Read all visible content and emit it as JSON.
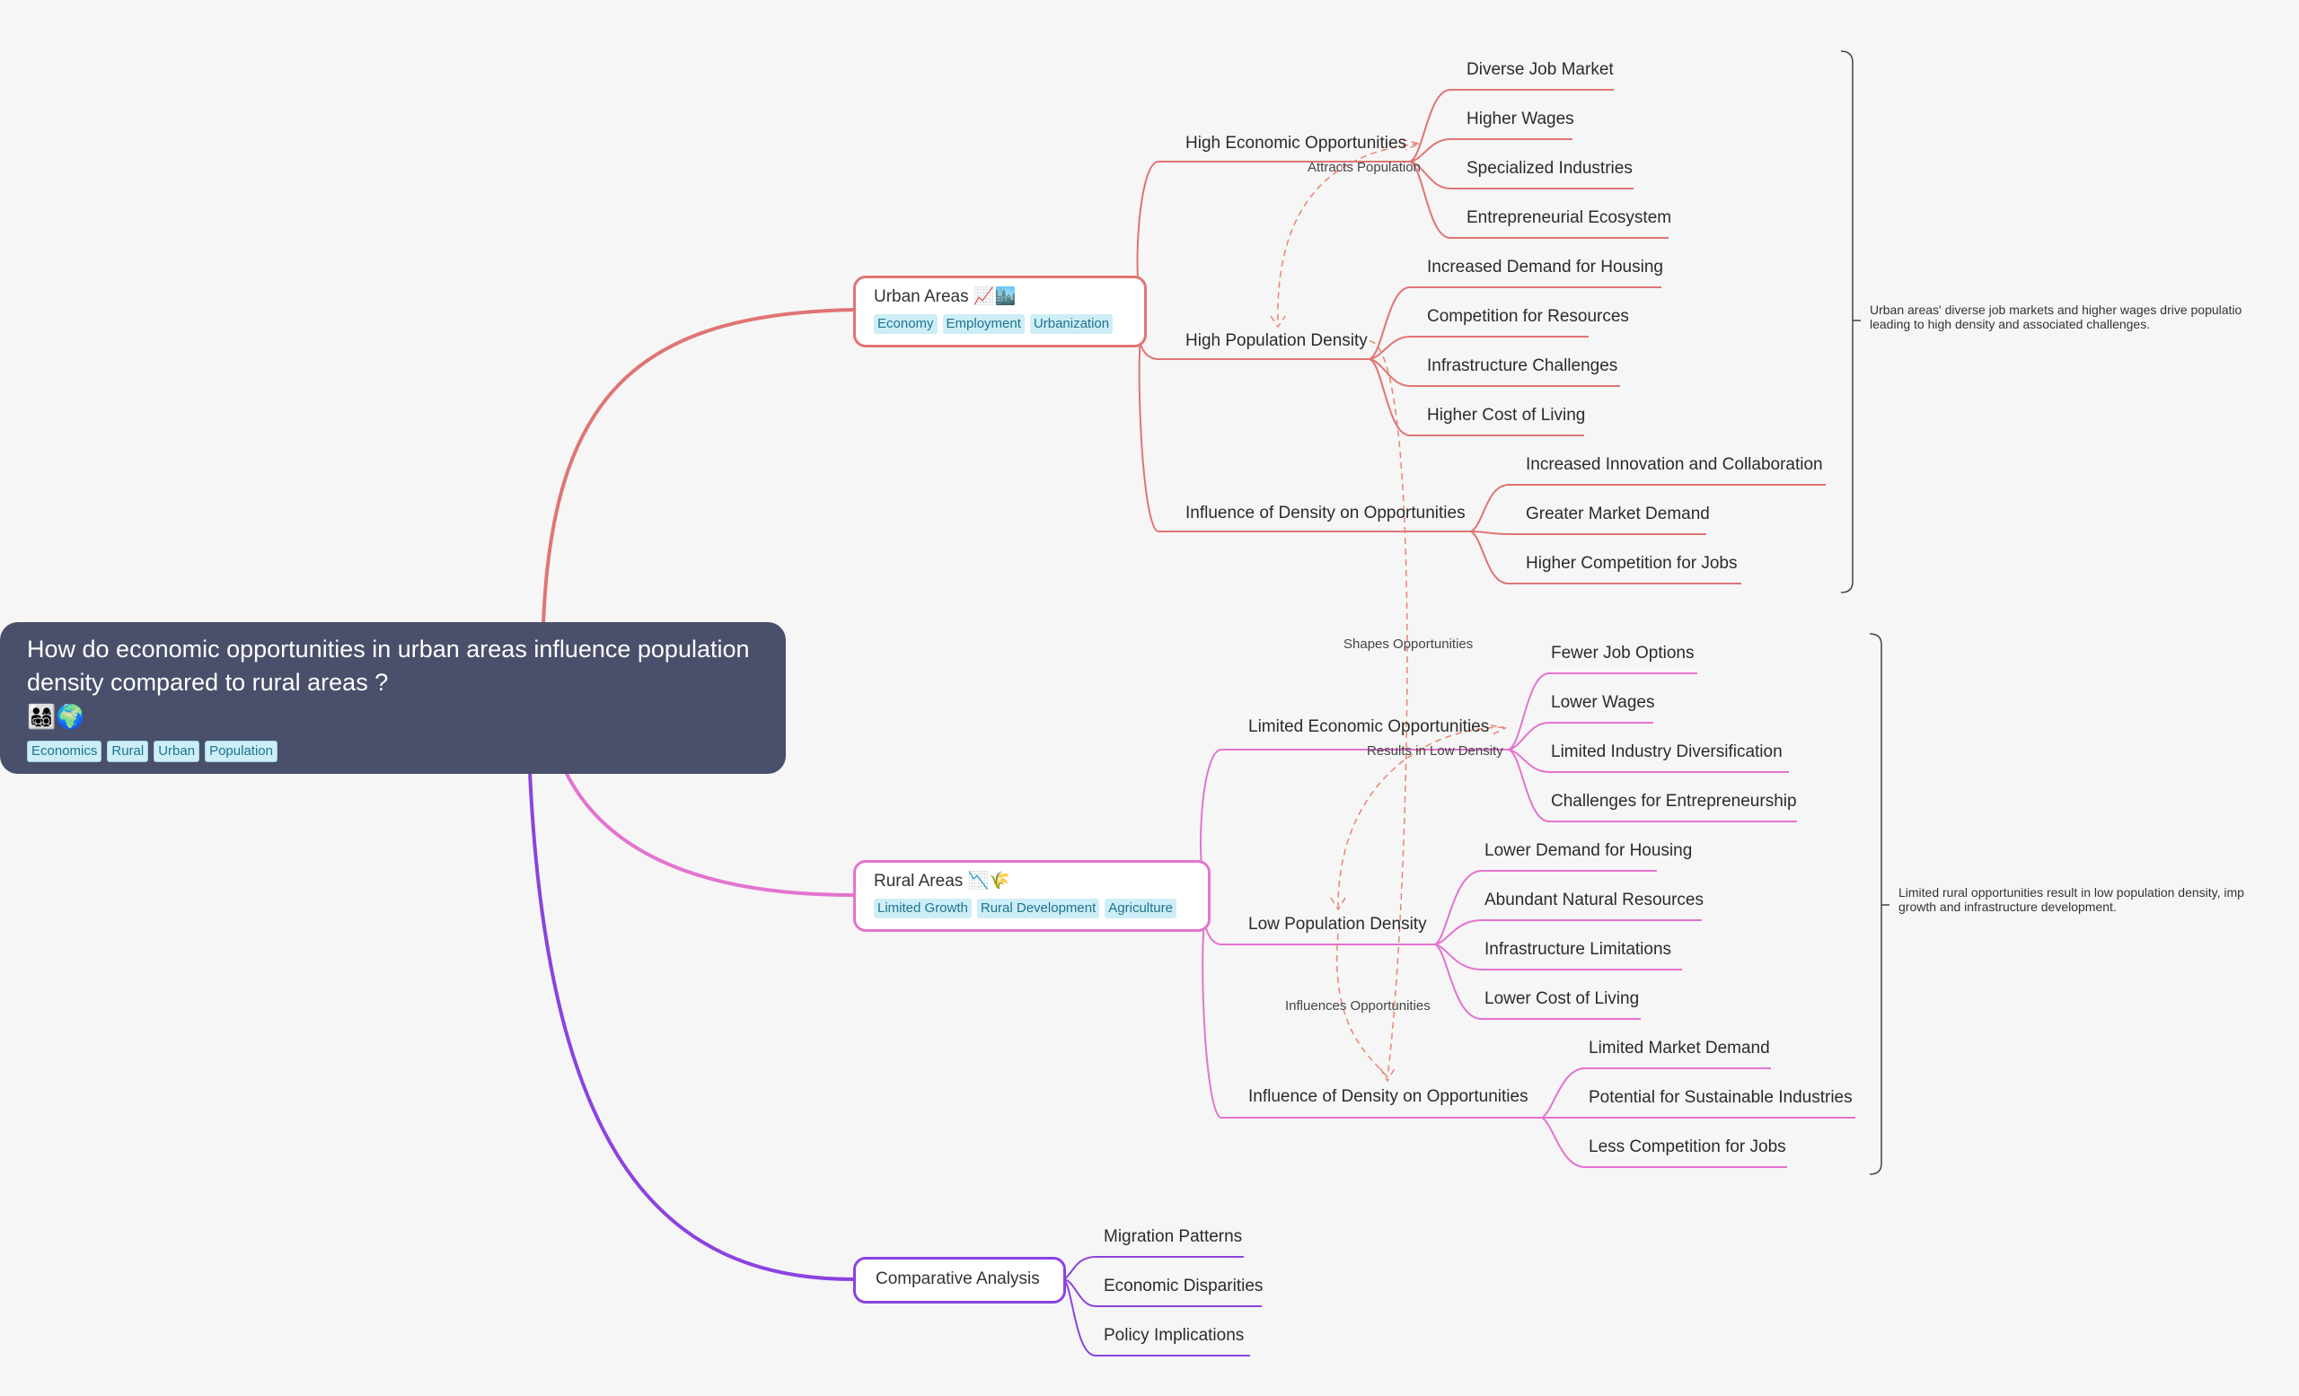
{
  "root": {
    "title": "How do economic opportunities in urban areas influence population density compared to rural areas ?",
    "emoji": "👨‍👩‍👧‍👦🌍",
    "tags": [
      "Economics",
      "Rural",
      "Urban",
      "Population"
    ]
  },
  "colors": {
    "urban": "#e07474",
    "rural": "#e473cf",
    "comparative": "#8c42e0",
    "root_bg": "#4a4f6b",
    "relation": "#e9856f"
  },
  "urban": {
    "title": "Urban Areas 📈🏙️",
    "tags": [
      "Economy",
      "Employment",
      "Urbanization"
    ],
    "subtopics": [
      {
        "label": "High Economic Opportunities",
        "children": [
          "Diverse Job Market",
          "Higher Wages",
          "Specialized Industries",
          "Entrepreneurial Ecosystem"
        ]
      },
      {
        "label": "High Population Density",
        "children": [
          "Increased Demand for Housing",
          "Competition for Resources",
          "Infrastructure Challenges",
          "Higher Cost of Living"
        ]
      },
      {
        "label": "Influence of Density on Opportunities",
        "children": [
          "Increased Innovation and Collaboration",
          "Greater Market Demand",
          "Higher Competition for Jobs"
        ]
      }
    ],
    "summary": [
      "Urban areas' diverse job markets and higher wages drive populatio",
      "leading to high density and associated challenges."
    ]
  },
  "rural": {
    "title": "Rural Areas 📉🌾",
    "tags": [
      "Limited Growth",
      "Rural Development",
      "Agriculture"
    ],
    "subtopics": [
      {
        "label": "Limited Economic Opportunities",
        "children": [
          "Fewer Job Options",
          "Lower Wages",
          "Limited Industry Diversification",
          "Challenges for Entrepreneurship"
        ]
      },
      {
        "label": "Low Population Density",
        "children": [
          "Lower Demand for Housing",
          "Abundant Natural Resources",
          "Infrastructure Limitations",
          "Lower Cost of Living"
        ]
      },
      {
        "label": "Influence of Density on Opportunities",
        "children": [
          "Limited Market Demand",
          "Potential for Sustainable Industries",
          "Less Competition for Jobs"
        ]
      }
    ],
    "summary": [
      "Limited rural opportunities result in low population density, imp",
      "growth and infrastructure development."
    ]
  },
  "comparative": {
    "title": "Comparative Analysis",
    "children": [
      "Migration Patterns",
      "Economic Disparities",
      "Policy Implications"
    ]
  },
  "relations": [
    "Attracts Population",
    "Shapes Opportunities",
    "Results in Low Density",
    "Influences Opportunities"
  ]
}
